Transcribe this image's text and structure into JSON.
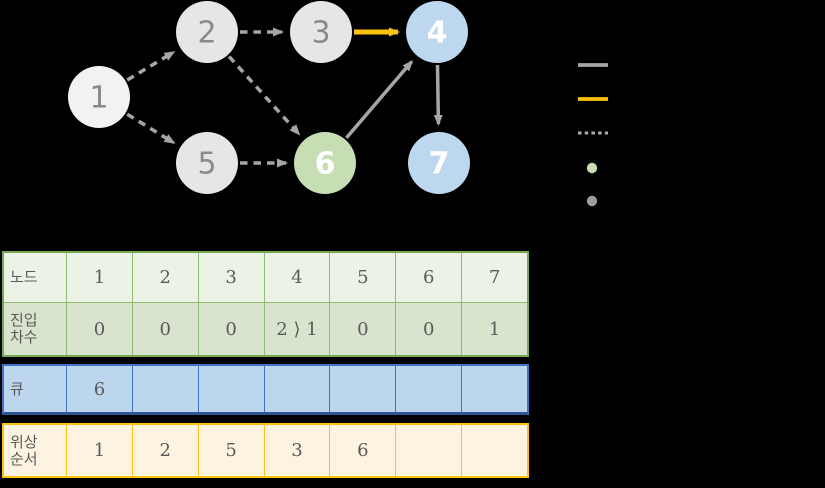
{
  "background": "#000000",
  "palette": {
    "node_gray_light": "#F2F2F2",
    "node_gray": "#E7E6E6",
    "node_blue": "#BDD7EE",
    "node_green": "#C7DDB4",
    "node_text_gray": "#8A8A8A",
    "node_text_white": "#FFFFFF",
    "edge_gray": "#A6A6A6",
    "edge_orange": "#FFC10A",
    "table_green_border": "#78A854",
    "table_blue_border": "#4472C4",
    "table_orange_border": "#FEC10D",
    "table_text": "#5A5A5A"
  },
  "graph": {
    "nodes": [
      {
        "id": "1",
        "label": "1",
        "fill": "#F2F2F2",
        "text": "#8A8A8A",
        "bold": false
      },
      {
        "id": "2",
        "label": "2",
        "fill": "#E7E6E6",
        "text": "#8A8A8A",
        "bold": false
      },
      {
        "id": "3",
        "label": "3",
        "fill": "#E7E6E6",
        "text": "#8A8A8A",
        "bold": false
      },
      {
        "id": "4",
        "label": "4",
        "fill": "#BDD7EE",
        "text": "#FFFFFF",
        "bold": true
      },
      {
        "id": "5",
        "label": "5",
        "fill": "#E7E6E6",
        "text": "#8A8A8A",
        "bold": false
      },
      {
        "id": "6",
        "label": "6",
        "fill": "#C7DDB4",
        "text": "#FFFFFF",
        "bold": true
      },
      {
        "id": "7",
        "label": "7",
        "fill": "#BDD7EE",
        "text": "#FFFFFF",
        "bold": true
      }
    ],
    "edges": [
      {
        "from": "1",
        "to": "2",
        "style": "dashed"
      },
      {
        "from": "1",
        "to": "5",
        "style": "dashed"
      },
      {
        "from": "2",
        "to": "3",
        "style": "dashed"
      },
      {
        "from": "2",
        "to": "6",
        "style": "dashed"
      },
      {
        "from": "5",
        "to": "6",
        "style": "dashed"
      },
      {
        "from": "3",
        "to": "4",
        "style": "highlight"
      },
      {
        "from": "6",
        "to": "4",
        "style": "solid"
      },
      {
        "from": "4",
        "to": "7",
        "style": "solid"
      }
    ]
  },
  "legend": {
    "items": [
      {
        "name": "solid-gray-line",
        "kind": "line",
        "style": "solid",
        "color": "#A6A6A6"
      },
      {
        "name": "solid-orange-line",
        "kind": "line",
        "style": "solid",
        "color": "#FFC10A"
      },
      {
        "name": "dashed-gray-line",
        "kind": "line",
        "style": "dashed",
        "color": "#ABABAB"
      },
      {
        "name": "green-node-dot",
        "kind": "dot",
        "color": "#C6DCB2"
      },
      {
        "name": "gray-node-dot",
        "kind": "dot",
        "color": "#9C9C9C"
      }
    ]
  },
  "tables": {
    "indegree": {
      "rows": [
        {
          "label": "노드",
          "cells": [
            "1",
            "2",
            "3",
            "4",
            "5",
            "6",
            "7"
          ]
        },
        {
          "label": "진입차수",
          "cells": [
            "0",
            "0",
            "0",
            "2 ⟩ 1",
            "0",
            "0",
            "1"
          ]
        }
      ]
    },
    "queue": {
      "label": "큐",
      "cells": [
        "6",
        "",
        "",
        "",
        "",
        "",
        ""
      ]
    },
    "topo": {
      "label": "위상순서",
      "cells": [
        "1",
        "2",
        "5",
        "3",
        "6",
        "",
        ""
      ]
    }
  }
}
